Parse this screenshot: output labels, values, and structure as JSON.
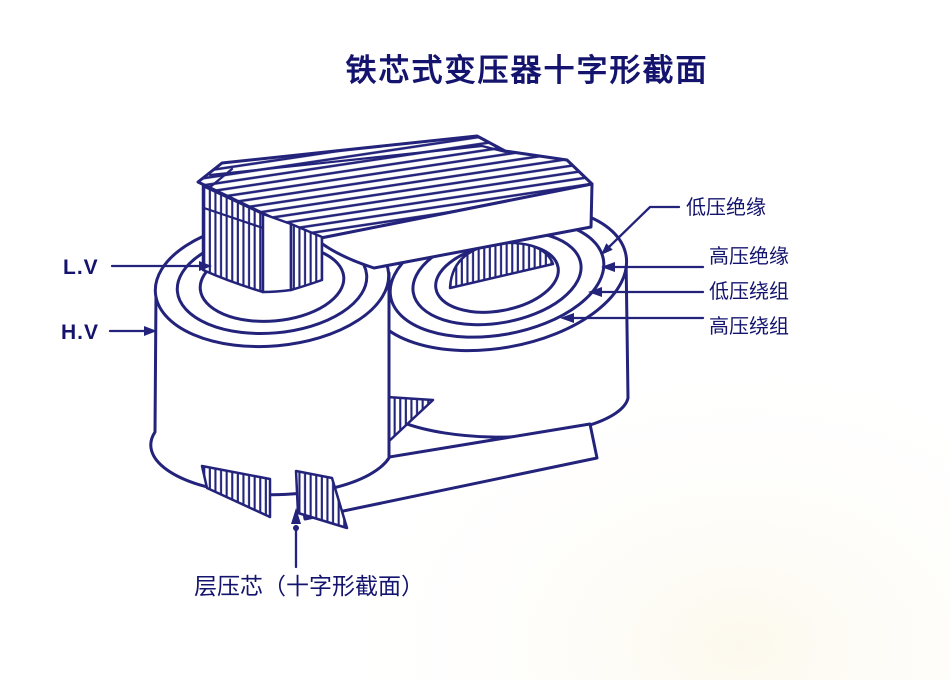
{
  "title": "铁芯式变压器十字形截面",
  "colors": {
    "line": "#23237b",
    "text": "#14146e",
    "background": "#ffffff"
  },
  "callouts": {
    "lv": "L.V",
    "hv": "H.V",
    "low_voltage_insulation": "低压绝缘",
    "high_voltage_insulation": "高压绝缘",
    "low_voltage_winding": "低压绕组",
    "high_voltage_winding": "高压绕组",
    "laminated_core": "层压芯（十字形截面）"
  }
}
